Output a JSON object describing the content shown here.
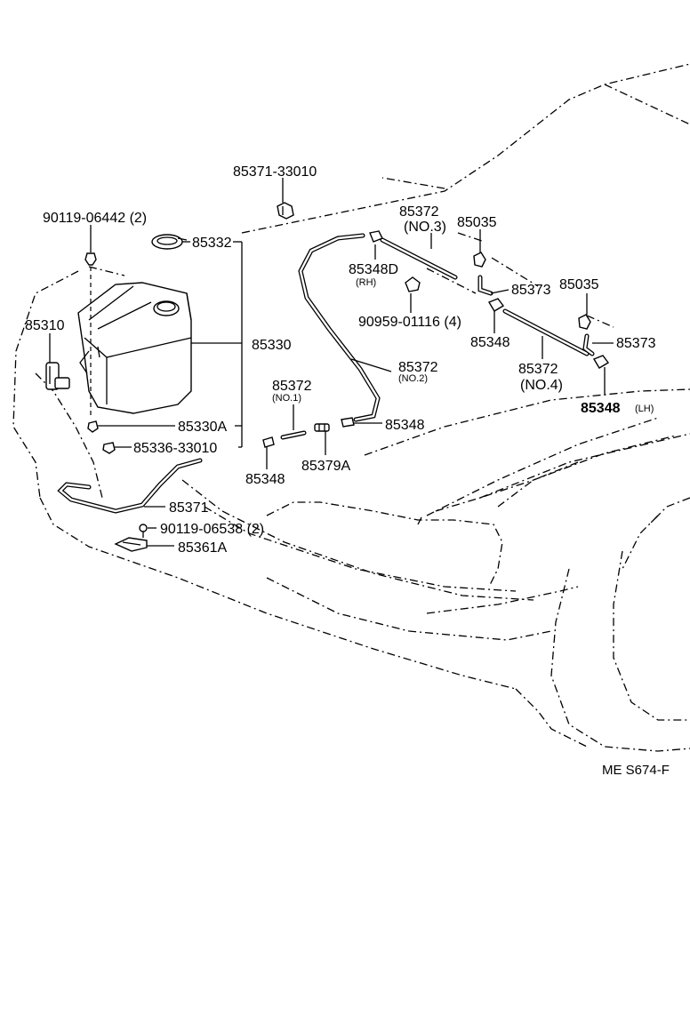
{
  "diagram": {
    "parts": [
      {
        "id": "p1",
        "text": "85371-33010"
      },
      {
        "id": "p2",
        "text": "90119-06442 (2)"
      },
      {
        "id": "p3",
        "text": "85332"
      },
      {
        "id": "p4",
        "text": "85372"
      },
      {
        "id": "p5",
        "text": "(NO.3)"
      },
      {
        "id": "p6",
        "text": "85035"
      },
      {
        "id": "p7",
        "text": "85348D"
      },
      {
        "id": "p8",
        "text": "(RH)"
      },
      {
        "id": "p9",
        "text": "85373"
      },
      {
        "id": "p10",
        "text": "85035"
      },
      {
        "id": "p11",
        "text": "85310"
      },
      {
        "id": "p12",
        "text": "85330"
      },
      {
        "id": "p13",
        "text": "90959-01116 (4)"
      },
      {
        "id": "p14",
        "text": "85348"
      },
      {
        "id": "p15",
        "text": "85373"
      },
      {
        "id": "p16",
        "text": "85372"
      },
      {
        "id": "p17",
        "text": "(NO.2)"
      },
      {
        "id": "p18",
        "text": "85372"
      },
      {
        "id": "p19",
        "text": "(NO.4)"
      },
      {
        "id": "p20",
        "text": "85372"
      },
      {
        "id": "p21",
        "text": "(NO.1)"
      },
      {
        "id": "p22",
        "text": "85348"
      },
      {
        "id": "p23",
        "text": "(LH)"
      },
      {
        "id": "p24",
        "text": "85330A"
      },
      {
        "id": "p25",
        "text": "85348"
      },
      {
        "id": "p26",
        "text": "85336-33010"
      },
      {
        "id": "p27",
        "text": "85379A"
      },
      {
        "id": "p28",
        "text": "85348"
      },
      {
        "id": "p29",
        "text": "85371"
      },
      {
        "id": "p30",
        "text": "90119-06538 (2)"
      },
      {
        "id": "p31",
        "text": "85361A"
      }
    ],
    "code": "ME S674-F"
  }
}
